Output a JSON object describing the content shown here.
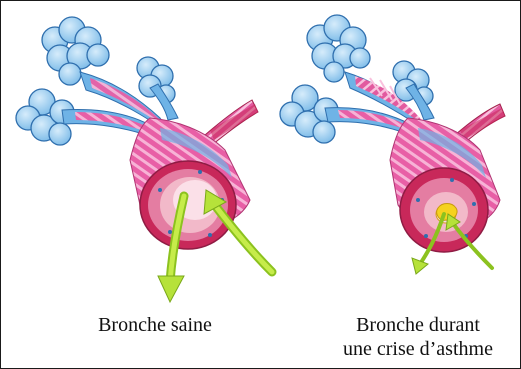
{
  "captions": {
    "healthy": "Bronche saine",
    "asthma_line1": "Bronche durant",
    "asthma_line2": "une crise d’asthme"
  },
  "colors": {
    "alveoli": "#8ec8ef",
    "alveoli_outline": "#2f6fae",
    "bronchus_blue": "#6fb3e6",
    "muscle_pink": "#e85fa6",
    "muscle_stripe": "#f7b3d6",
    "wall_red": "#c8285a",
    "lumen_pink": "#f2b9c9",
    "airflow_green": "#b6e23a",
    "mucus_yellow": "#f5d21e"
  }
}
